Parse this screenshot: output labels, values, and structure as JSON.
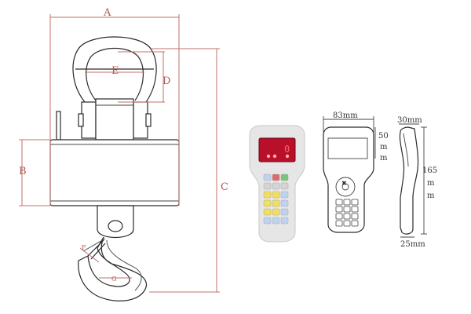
{
  "scale_drawing": {
    "labels": {
      "a": "A",
      "b": "B",
      "c": "C",
      "d": "D",
      "e": "E",
      "f": "F",
      "g": "G"
    }
  },
  "remote_photo": {
    "display_digit": "0",
    "keypad_rows": [
      [
        "blue",
        "red",
        "green"
      ],
      [
        "grey",
        "grey",
        "grey"
      ],
      [
        "yellow",
        "yellow",
        "blue"
      ],
      [
        "yellow",
        "yellow",
        "blue"
      ],
      [
        "yellow",
        "yellow",
        "blue"
      ],
      [
        "blue",
        "blue",
        "blue"
      ]
    ]
  },
  "remote_front": {
    "width_label": "83mm",
    "display_height_label": [
      "50",
      "m",
      "m"
    ]
  },
  "remote_side": {
    "top_label": "30mm",
    "height_label": [
      "165",
      "m",
      "m"
    ],
    "bottom_label": "25mm"
  },
  "colors": {
    "dimension": "#c0706a",
    "outline": "#2a2a2a",
    "remote_body": "#e6e6e6",
    "display": "#b8102a",
    "key_blue": "#bfd3f0",
    "key_red": "#e06a6a",
    "key_green": "#7cc47a",
    "key_yellow": "#f2df5a",
    "key_grey": "#d4d4d4"
  }
}
